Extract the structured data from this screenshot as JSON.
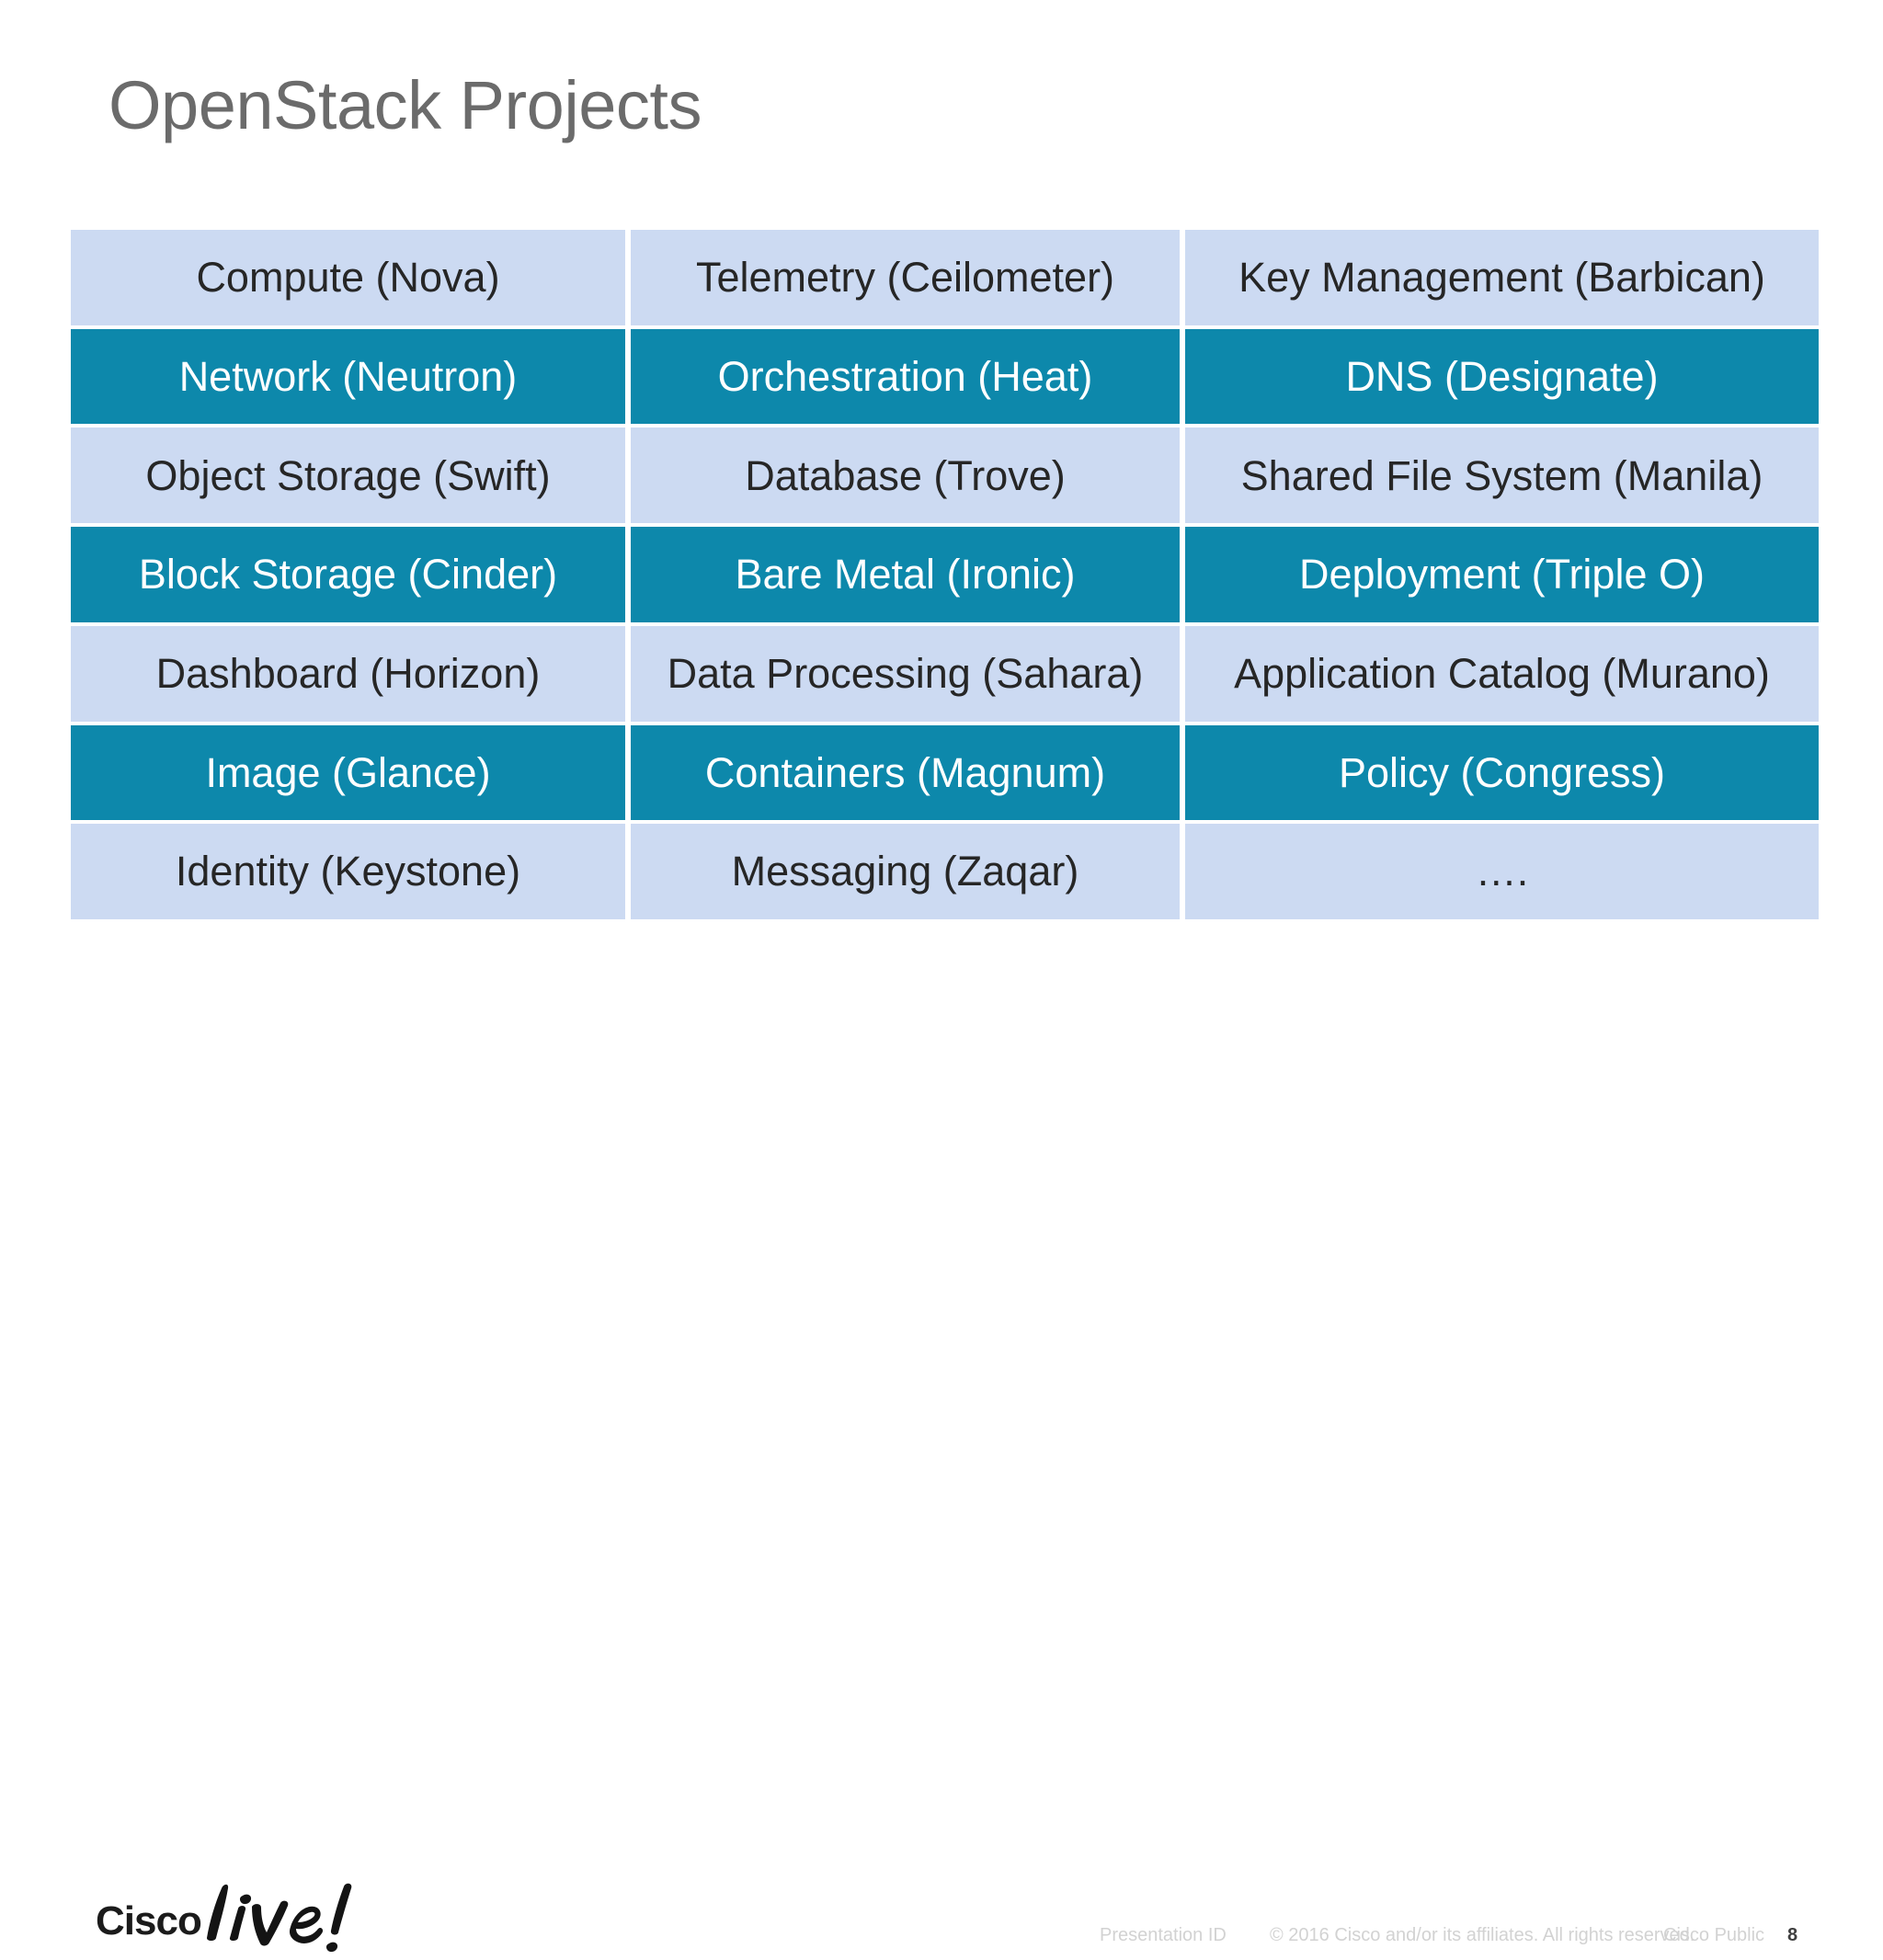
{
  "slide": {
    "title": "OpenStack Projects",
    "title_color": "#6b6b6b",
    "background_color": "#ffffff"
  },
  "table": {
    "row_colors": {
      "light": "#ccdaf2",
      "dark": "#0d88ab",
      "light_text": "#262626",
      "dark_text": "#ffffff"
    },
    "rows": [
      {
        "style": "light",
        "cells": [
          "Compute (Nova)",
          "Telemetry (Ceilometer)",
          "Key Management (Barbican)"
        ]
      },
      {
        "style": "dark",
        "cells": [
          "Network (Neutron)",
          "Orchestration (Heat)",
          "DNS (Designate)"
        ]
      },
      {
        "style": "light",
        "cells": [
          "Object Storage (Swift)",
          "Database (Trove)",
          "Shared File System (Manila)"
        ]
      },
      {
        "style": "dark",
        "cells": [
          "Block Storage (Cinder)",
          "Bare Metal (Ironic)",
          "Deployment (Triple O)"
        ]
      },
      {
        "style": "light",
        "cells": [
          "Dashboard (Horizon)",
          "Data Processing (Sahara)",
          "Application Catalog (Murano)"
        ]
      },
      {
        "style": "dark",
        "cells": [
          "Image (Glance)",
          "Containers (Magnum)",
          "Policy (Congress)"
        ]
      },
      {
        "style": "light",
        "cells": [
          "Identity (Keystone)",
          "Messaging (Zaqar)",
          "…."
        ]
      }
    ]
  },
  "footer": {
    "logo": {
      "name": "cisco-live-logo",
      "word_mark": "Cisco",
      "script_mark": "live!"
    },
    "presentation_id": "Presentation ID",
    "copyright": "© 2016  Cisco and/or its affiliates. All rights reserved.",
    "classification": "Cisco Public",
    "page_number": "8"
  }
}
